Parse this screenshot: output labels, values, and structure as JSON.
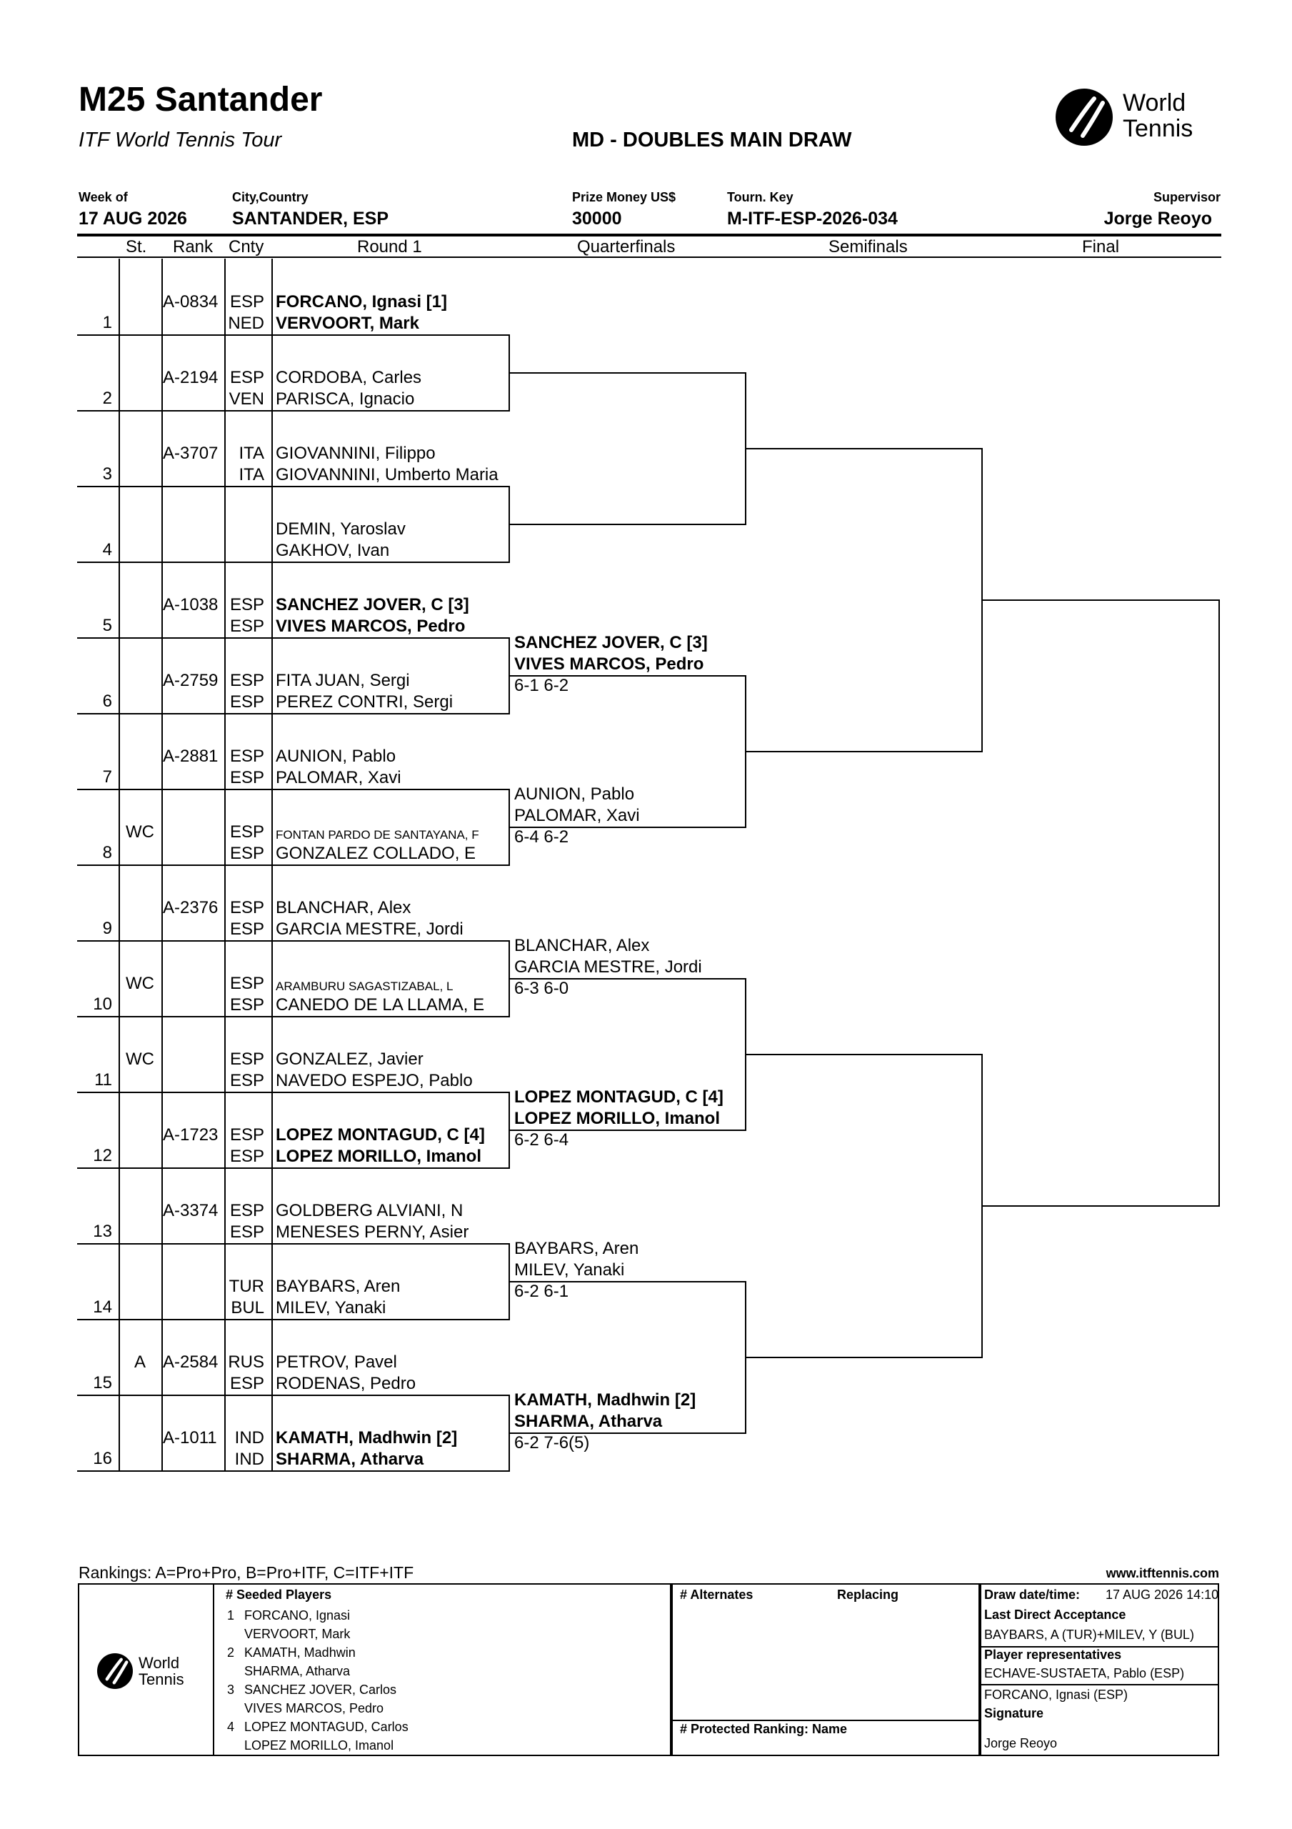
{
  "header": {
    "title": "M25 Santander",
    "subtitle": "ITF World Tennis Tour",
    "draw_title": "MD - DOUBLES MAIN DRAW",
    "logo_text_1": "World",
    "logo_text_2": "Tennis",
    "week_label": "Week of",
    "week_value": "17 AUG 2026",
    "city_label": "City,Country",
    "city_value": "SANTANDER, ESP",
    "prize_label": "Prize Money US$",
    "prize_value": "30000",
    "key_label": "Tourn. Key",
    "key_value": "M-ITF-ESP-2026-034",
    "supervisor_label": "Supervisor",
    "supervisor_value": "Jorge Reoyo"
  },
  "columns": {
    "st": "St.",
    "rank": "Rank",
    "cnty": "Cnty",
    "round1": "Round 1",
    "qf": "Quarterfinals",
    "sf": "Semifinals",
    "final": "Final"
  },
  "entries": [
    {
      "num": "1",
      "st": "",
      "rank": "A-0834",
      "c1": "ESP",
      "p1": "FORCANO, Ignasi [1]",
      "c2": "NED",
      "p2": "VERVOORT, Mark",
      "bold": true,
      "small": false
    },
    {
      "num": "2",
      "st": "",
      "rank": "A-2194",
      "c1": "ESP",
      "p1": "CORDOBA, Carles",
      "c2": "VEN",
      "p2": "PARISCA, Ignacio",
      "bold": false,
      "small": false
    },
    {
      "num": "3",
      "st": "",
      "rank": "A-3707",
      "c1": "ITA",
      "p1": "GIOVANNINI, Filippo",
      "c2": "ITA",
      "p2": "GIOVANNINI, Umberto Maria",
      "bold": false,
      "small": false
    },
    {
      "num": "4",
      "st": "",
      "rank": "",
      "c1": "",
      "p1": "DEMIN, Yaroslav",
      "c2": "",
      "p2": "GAKHOV, Ivan",
      "bold": false,
      "small": false
    },
    {
      "num": "5",
      "st": "",
      "rank": "A-1038",
      "c1": "ESP",
      "p1": "SANCHEZ JOVER, C [3]",
      "c2": "ESP",
      "p2": "VIVES MARCOS, Pedro",
      "bold": true,
      "small": false
    },
    {
      "num": "6",
      "st": "",
      "rank": "A-2759",
      "c1": "ESP",
      "p1": "FITA JUAN, Sergi",
      "c2": "ESP",
      "p2": "PEREZ CONTRI, Sergi",
      "bold": false,
      "small": false
    },
    {
      "num": "7",
      "st": "",
      "rank": "A-2881",
      "c1": "ESP",
      "p1": "AUNION, Pablo",
      "c2": "ESP",
      "p2": "PALOMAR, Xavi",
      "bold": false,
      "small": false
    },
    {
      "num": "8",
      "st": "WC",
      "rank": "",
      "c1": "ESP",
      "p1": "FONTAN PARDO DE SANTAYANA, F",
      "c2": "ESP",
      "p2": "GONZALEZ COLLADO, E",
      "bold": false,
      "small": true
    },
    {
      "num": "9",
      "st": "",
      "rank": "A-2376",
      "c1": "ESP",
      "p1": "BLANCHAR, Alex",
      "c2": "ESP",
      "p2": "GARCIA MESTRE, Jordi",
      "bold": false,
      "small": false
    },
    {
      "num": "10",
      "st": "WC",
      "rank": "",
      "c1": "ESP",
      "p1": "ARAMBURU SAGASTIZABAL, L",
      "c2": "ESP",
      "p2": "CANEDO DE LA LLAMA, E",
      "bold": false,
      "small": true
    },
    {
      "num": "11",
      "st": "WC",
      "rank": "",
      "c1": "ESP",
      "p1": "GONZALEZ, Javier",
      "c2": "ESP",
      "p2": "NAVEDO ESPEJO, Pablo",
      "bold": false,
      "small": false
    },
    {
      "num": "12",
      "st": "",
      "rank": "A-1723",
      "c1": "ESP",
      "p1": "LOPEZ MONTAGUD, C [4]",
      "c2": "ESP",
      "p2": "LOPEZ MORILLO, Imanol",
      "bold": true,
      "small": false
    },
    {
      "num": "13",
      "st": "",
      "rank": "A-3374",
      "c1": "ESP",
      "p1": "GOLDBERG ALVIANI, N",
      "c2": "ESP",
      "p2": "MENESES PERNY, Asier",
      "bold": false,
      "small": false
    },
    {
      "num": "14",
      "st": "",
      "rank": "",
      "c1": "TUR",
      "p1": "BAYBARS, Aren",
      "c2": "BUL",
      "p2": "MILEV, Yanaki",
      "bold": false,
      "small": false
    },
    {
      "num": "15",
      "st": "A",
      "rank": "A-2584",
      "c1": "RUS",
      "p1": "PETROV, Pavel",
      "c2": "ESP",
      "p2": "RODENAS, Pedro",
      "bold": false,
      "small": false
    },
    {
      "num": "16",
      "st": "",
      "rank": "A-1011",
      "c1": "IND",
      "p1": "KAMATH, Madhwin [2]",
      "c2": "IND",
      "p2": "SHARMA, Atharva",
      "bold": true,
      "small": false
    }
  ],
  "qf": [
    {
      "p1": "",
      "p2": "",
      "score": "",
      "bold": false
    },
    {
      "p1": "",
      "p2": "",
      "score": "",
      "bold": false
    },
    {
      "p1": "SANCHEZ JOVER, C [3]",
      "p2": "VIVES MARCOS, Pedro",
      "score": "6-1 6-2",
      "bold": true
    },
    {
      "p1": "AUNION, Pablo",
      "p2": "PALOMAR, Xavi",
      "score": "6-4 6-2",
      "bold": false
    },
    {
      "p1": "BLANCHAR, Alex",
      "p2": "GARCIA MESTRE, Jordi",
      "score": "6-3 6-0",
      "bold": false
    },
    {
      "p1": "LOPEZ MONTAGUD, C [4]",
      "p2": "LOPEZ MORILLO, Imanol",
      "score": "6-2 6-4",
      "bold": true
    },
    {
      "p1": "BAYBARS, Aren",
      "p2": "MILEV, Yanaki",
      "score": "6-2 6-1",
      "bold": false
    },
    {
      "p1": "KAMATH, Madhwin [2]",
      "p2": "SHARMA, Atharva",
      "score": "6-2 7-6(5)",
      "bold": true
    }
  ],
  "footer": {
    "rankings_note": "Rankings: A=Pro+Pro, B=Pro+ITF, C=ITF+ITF",
    "website": "www.itftennis.com",
    "seeded_header": "#   Seeded Players",
    "seeds": [
      {
        "num": "1",
        "p1": "FORCANO, Ignasi",
        "p2": "VERVOORT, Mark"
      },
      {
        "num": "2",
        "p1": "KAMATH, Madhwin",
        "p2": "SHARMA, Atharva"
      },
      {
        "num": "3",
        "p1": "SANCHEZ JOVER, Carlos",
        "p2": "VIVES MARCOS, Pedro"
      },
      {
        "num": "4",
        "p1": "LOPEZ MONTAGUD, Carlos",
        "p2": "LOPEZ MORILLO, Imanol"
      }
    ],
    "alternates_header": "# Alternates",
    "replacing_header": "Replacing",
    "protected_header": "#  Protected Ranking: Name",
    "draw_date_label": "Draw date/time:",
    "draw_date_value": "17 AUG 2026 14:10",
    "lda_label": "Last Direct Acceptance",
    "lda_value": "BAYBARS, A (TUR)+MILEV, Y (BUL)",
    "reps_label": "Player representatives",
    "rep1": "ECHAVE-SUSTAETA, Pablo (ESP)",
    "rep2": "FORCANO, Ignasi (ESP)",
    "signature_label": "Signature",
    "signature_value": "Jorge Reoyo"
  }
}
